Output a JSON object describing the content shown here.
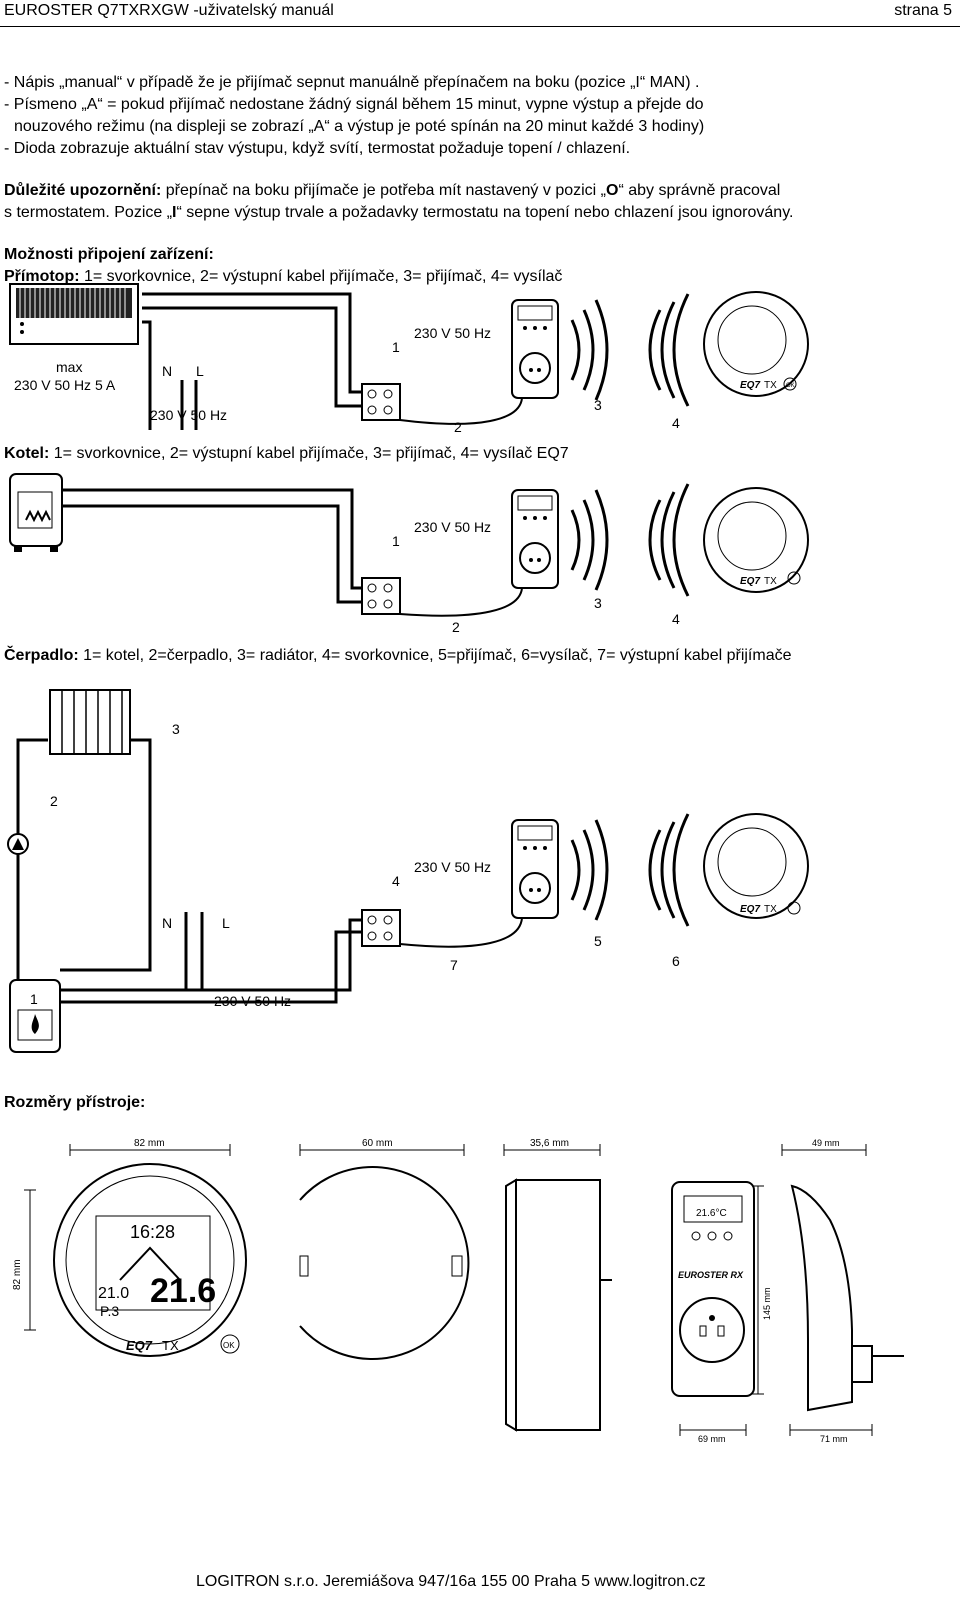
{
  "header": {
    "title": "EUROSTER Q7TXRXGW -uživatelský manuál",
    "page": "strana 5"
  },
  "intro": {
    "line1": "- Nápis „manual“ v případě že je přijímač sepnut manuálně přepínačem na boku (pozice „I“ MAN) .",
    "line2": "- Písmeno „A“ = pokud přijímač nedostane žádný signál během 15 minut, vypne výstup a přejde do",
    "line3": "nouzového režimu (na displeji se zobrazí „A“ a výstup je poté spínán na 20 minut každé 3 hodiny)",
    "line4": "- Dioda zobrazuje aktuální stav výstupu, když svítí, termostat požaduje topení / chlazení."
  },
  "warning": {
    "label": "Důležité upozornění:",
    "text1a": " přepínač na boku přijímače je potřeba mít nastavený v pozici „",
    "pos_o": "O",
    "text1b": "“ aby správně pracoval",
    "text2a": "s termostatem. Pozice „",
    "pos_i": "I",
    "text2b": "“ sepne výstup trvale a požadavky termostatu na topení nebo chlazení jsou ignorovány."
  },
  "connections": {
    "heading": "Možnosti připojení zařízení:",
    "primotop_label": "Přímotop:",
    "primotop_text": "  1= svorkovnice, 2= výstupní kabel přijímače, 3= přijímač, 4= vysílač",
    "kotel_label": "Kotel:",
    "kotel_text": " 1= svorkovnice, 2= výstupní kabel přijímače, 3= přijímač, 4= vysílač EQ7",
    "cerpadlo_label": "Čerpadlo:",
    "cerpadlo_text": " 1= kotel, 2=čerpadlo, 3= radiátor, 4= svorkovnice, 5=přijímač, 6=vysílač, 7= výstupní kabel přijímače"
  },
  "diagram1": {
    "max": "max",
    "rating": "230 V 50 Hz 5 A",
    "n": "N",
    "l": "L",
    "mains": "230 V 50 Hz",
    "recv_voltage": "230 V 50 Hz",
    "n1": "1",
    "n2": "2",
    "n3": "3",
    "n4": "4",
    "brand": "EQ7",
    "brand_tx": "TX",
    "ok": "OK"
  },
  "diagram2": {
    "recv_voltage": "230 V 50 Hz",
    "n1": "1",
    "n2": "2",
    "n3": "3",
    "n4": "4",
    "brand": "EQ7",
    "brand_tx": "TX"
  },
  "diagram3": {
    "n": "N",
    "l": "L",
    "mains": "230 V 50 Hz",
    "recv_voltage": "230 V 50 Hz",
    "n1": "1",
    "n2": "2",
    "n3": "3",
    "n4": "4",
    "n5": "5",
    "n6": "6",
    "n7": "7",
    "brand": "EQ7",
    "brand_tx": "TX"
  },
  "dimensions": {
    "heading": "Rozměry přístroje:",
    "d82w": "82 mm",
    "d60": "60 mm",
    "d356": "35,6 mm",
    "d49": "49 mm",
    "d82h": "82 mm",
    "d145": "145 mm",
    "d69": "69 mm",
    "d71": "71 mm",
    "lcd_time": "16:28",
    "lcd_temp": "21.6",
    "lcd_set": "21.0",
    "lcd_prog": "P.3",
    "brand": "EQ7",
    "brand_tx": "TX",
    "ok": "OK",
    "rx_display": "21.6°C",
    "rx_brand": "EUROSTER RX"
  },
  "footer": {
    "text": "LOGITRON s.r.o. Jeremiášova 947/16a  155 00 Praha 5   www.logitron.cz"
  }
}
